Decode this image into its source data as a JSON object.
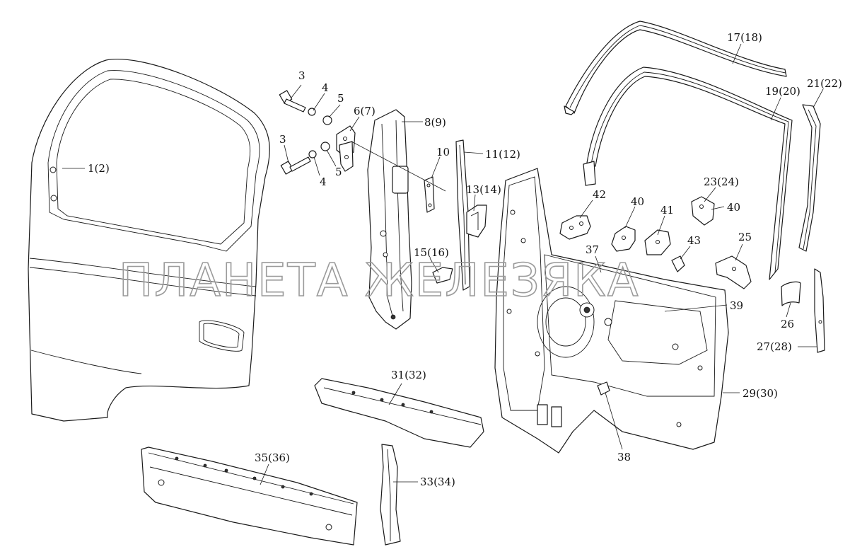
{
  "watermark": "ПЛАНЕТА ЖЕЛЕЗЯКА",
  "callouts": [
    {
      "id": "c-1",
      "text": "1(2)"
    },
    {
      "id": "c-3a",
      "text": "3"
    },
    {
      "id": "c-4a",
      "text": "4"
    },
    {
      "id": "c-5a",
      "text": "5"
    },
    {
      "id": "c-3b",
      "text": "3"
    },
    {
      "id": "c-4b",
      "text": "4"
    },
    {
      "id": "c-5b",
      "text": "5"
    },
    {
      "id": "c-6",
      "text": "6(7)"
    },
    {
      "id": "c-8",
      "text": "8(9)"
    },
    {
      "id": "c-10",
      "text": "10"
    },
    {
      "id": "c-11",
      "text": "11(12)"
    },
    {
      "id": "c-13",
      "text": "13(14)"
    },
    {
      "id": "c-15",
      "text": "15(16)"
    },
    {
      "id": "c-17",
      "text": "17(18)"
    },
    {
      "id": "c-19",
      "text": "19(20)"
    },
    {
      "id": "c-21",
      "text": "21(22)"
    },
    {
      "id": "c-23",
      "text": "23(24)"
    },
    {
      "id": "c-40a",
      "text": "40"
    },
    {
      "id": "c-40b",
      "text": "40"
    },
    {
      "id": "c-41",
      "text": "41"
    },
    {
      "id": "c-42",
      "text": "42"
    },
    {
      "id": "c-43",
      "text": "43"
    },
    {
      "id": "c-37",
      "text": "37"
    },
    {
      "id": "c-25",
      "text": "25"
    },
    {
      "id": "c-39",
      "text": "39"
    },
    {
      "id": "c-26",
      "text": "26"
    },
    {
      "id": "c-27",
      "text": "27(28)"
    },
    {
      "id": "c-29",
      "text": "29(30)"
    },
    {
      "id": "c-31",
      "text": "31(32)"
    },
    {
      "id": "c-33",
      "text": "33(34)"
    },
    {
      "id": "c-35",
      "text": "35(36)"
    },
    {
      "id": "c-38",
      "text": "38"
    }
  ]
}
